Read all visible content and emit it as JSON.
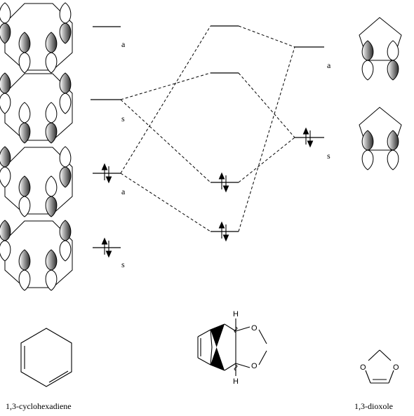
{
  "diene_levels": [
    {
      "symmetry": "a",
      "electrons": 0
    },
    {
      "symmetry": "s",
      "electrons": 0
    },
    {
      "symmetry": "a",
      "electrons": 2
    },
    {
      "symmetry": "s",
      "electrons": 2
    }
  ],
  "product_levels": [
    {
      "electrons": 0
    },
    {
      "electrons": 0
    },
    {
      "electrons": 2
    },
    {
      "electrons": 2
    }
  ],
  "dioxole_levels": [
    {
      "symmetry": "a",
      "electrons": 0
    },
    {
      "symmetry": "s",
      "electrons": 2
    }
  ],
  "compounds": {
    "diene_name": "1,3-cyclohexadiene",
    "dioxole_name": "1,3-dioxole",
    "product_atoms": {
      "o1": "O",
      "o2": "O",
      "h_top": "H",
      "h_bottom": "H"
    },
    "dioxole_atoms": {
      "o1": "O",
      "o2": "O"
    }
  }
}
